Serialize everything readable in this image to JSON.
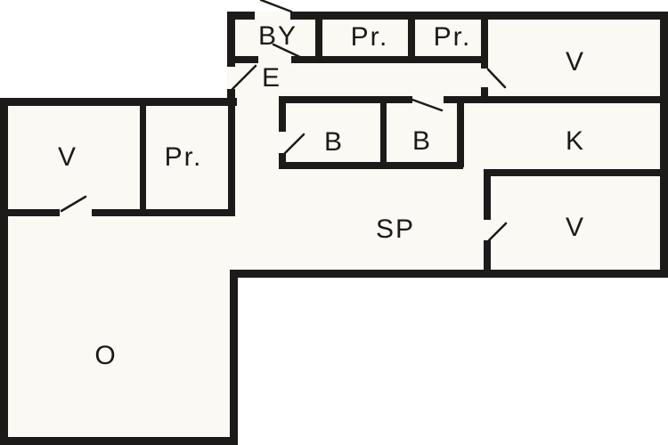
{
  "floorplan": {
    "type": "architectural-floor-plan",
    "colors": {
      "wall": "#1d1b1a",
      "floor": "#faf9f3",
      "background": "#ffffff",
      "door_swing_line": "#1d1b1a"
    },
    "rooms": [
      {
        "id": "room-by-top",
        "label": "BY"
      },
      {
        "id": "room-pr-top-1",
        "label": "Pr."
      },
      {
        "id": "room-pr-top-2",
        "label": "Pr."
      },
      {
        "id": "room-v-top-right",
        "label": "V"
      },
      {
        "id": "room-e-hall",
        "label": "E"
      },
      {
        "id": "room-v-left",
        "label": "V"
      },
      {
        "id": "room-pr-left",
        "label": "Pr."
      },
      {
        "id": "room-b-left",
        "label": "B"
      },
      {
        "id": "room-b-right",
        "label": "B"
      },
      {
        "id": "room-k-right",
        "label": "K"
      },
      {
        "id": "room-sp-center",
        "label": "SP"
      },
      {
        "id": "room-v-bottom-right",
        "label": "V"
      },
      {
        "id": "room-o-bottom-left",
        "label": "O"
      }
    ],
    "door_count": 8
  }
}
